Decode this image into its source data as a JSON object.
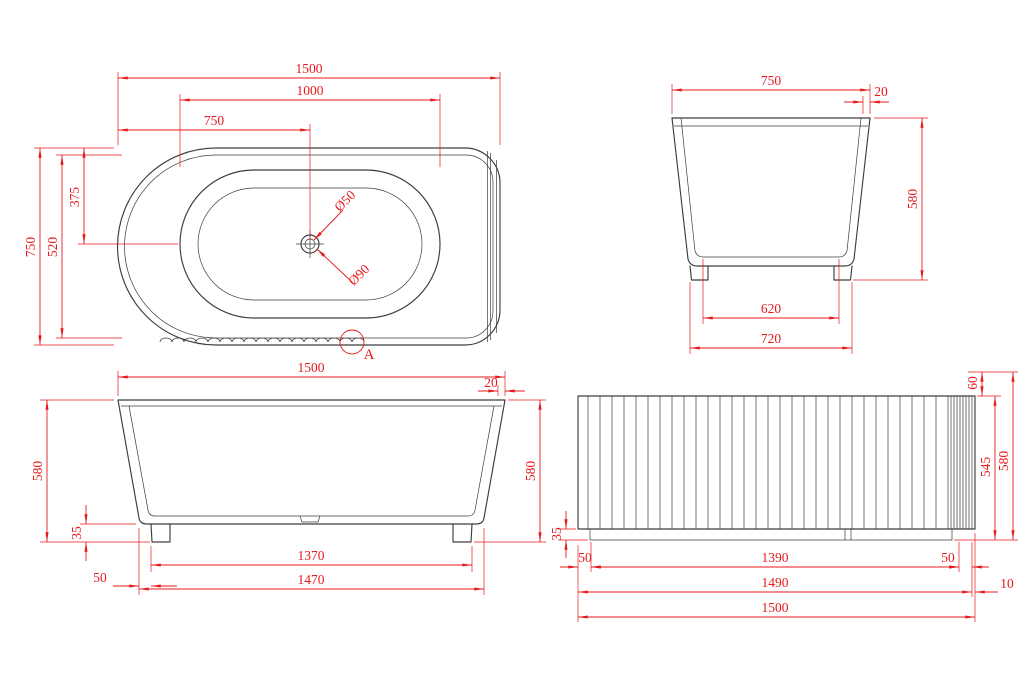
{
  "drawing": {
    "colors": {
      "dimension": "#e8191c",
      "outline": "#3d3d3d",
      "background": "#ffffff"
    },
    "plan": {
      "dim_1500": "1500",
      "dim_1000": "1000",
      "dim_750_top": "750",
      "dim_750_left": "750",
      "dim_520": "520",
      "dim_375": "375",
      "dim_d50": "Ø50",
      "dim_d90": "Ø90",
      "detail_label": "A"
    },
    "end_view": {
      "dim_750": "750",
      "dim_20": "20",
      "dim_580": "580",
      "dim_620": "620",
      "dim_720": "720"
    },
    "front_view": {
      "dim_1500": "1500",
      "dim_20": "20",
      "dim_580_left": "580",
      "dim_35": "35",
      "dim_50": "50",
      "dim_1370": "1370",
      "dim_1470": "1470",
      "dim_580_right": "580"
    },
    "side_view": {
      "dim_35": "35",
      "dim_50_left": "50",
      "dim_1390": "1390",
      "dim_50_right": "50",
      "dim_1490": "1490",
      "dim_10": "10",
      "dim_1500": "1500",
      "dim_60": "60",
      "dim_545": "545",
      "dim_580": "580"
    }
  }
}
